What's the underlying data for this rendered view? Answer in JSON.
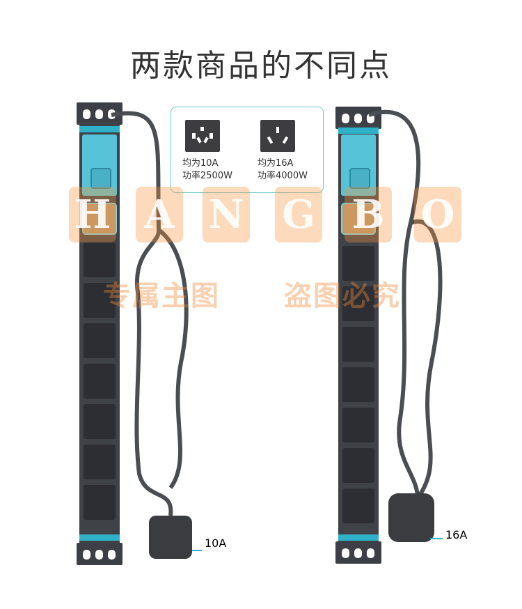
{
  "title": "两款商品的不同点",
  "comparison": {
    "left": {
      "line1": "均为10A",
      "line2": "功率2500W",
      "icon": "socket-10a-icon"
    },
    "right": {
      "line1": "均为16A",
      "line2": "功率4000W",
      "icon": "socket-16a-icon"
    }
  },
  "products": {
    "left": {
      "plug_label": "10A"
    },
    "right": {
      "plug_label": "16A"
    }
  },
  "watermark": {
    "letters": [
      "H",
      "A",
      "N",
      "G",
      "B",
      "O"
    ],
    "line1": "专属主图",
    "line2": "盗图必究"
  },
  "colors": {
    "accent": "#2fb2c9",
    "rail": "#3f4247",
    "card_border": "#6cc9cf",
    "watermark": "#f5963c"
  }
}
